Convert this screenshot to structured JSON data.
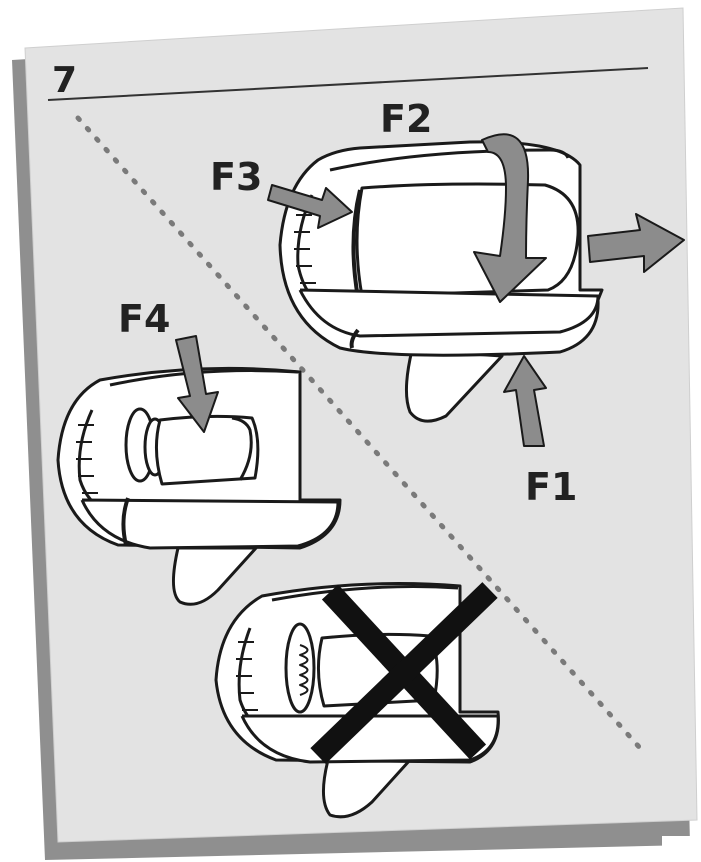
{
  "step": {
    "number": "7"
  },
  "forces": {
    "f1": "F1",
    "f2": "F2",
    "f3": "F3",
    "f4": "F4"
  },
  "icons": {
    "incorrect_mark": "x-mark-icon",
    "force_arrow": "arrow-icon"
  },
  "colors": {
    "sheet": "#e3e3e3",
    "shadow": "#8f8f8f",
    "ink": "#1a1a1a",
    "arrow_fill": "#8c8c8c",
    "dotted_divider": "#7a7a7a",
    "part_fill": "#ffffff"
  }
}
